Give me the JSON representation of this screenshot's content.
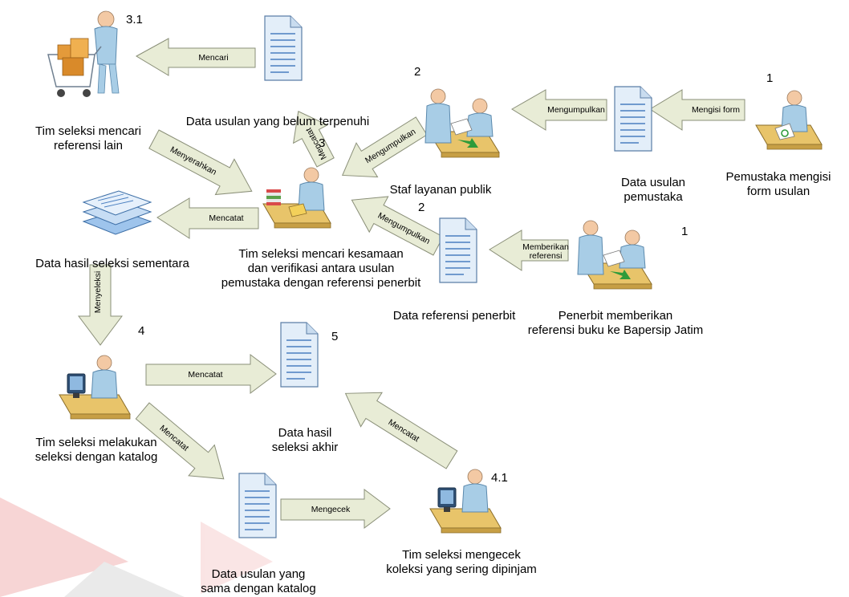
{
  "labels": {
    "step_3_1": "3.1",
    "step_2_top": "2",
    "step_1_top": "1",
    "step_3": "3",
    "step_2_mid": "2",
    "step_1_mid": "1",
    "step_4": "4",
    "step_5": "5",
    "step_4_1": "4.1",
    "tim_seleksi_mencari_l1": "Tim seleksi mencari",
    "tim_seleksi_mencari_l2": "referensi lain",
    "data_usulan_belum": "Data usulan yang belum terpenuhi",
    "staf_layanan": "Staf layanan publik",
    "data_usulan_pemustaka_l1": "Data usulan",
    "data_usulan_pemustaka_l2": "pemustaka",
    "pemustaka_mengisi_l1": "Pemustaka mengisi",
    "pemustaka_mengisi_l2": "form usulan",
    "data_hasil_sementara": "Data hasil seleksi sementara",
    "tim_kesamaan_l1": "Tim seleksi mencari kesamaan",
    "tim_kesamaan_l2": "dan verifikasi antara usulan",
    "tim_kesamaan_l3": "pemustaka dengan referensi penerbit",
    "data_referensi_penerbit": "Data referensi penerbit",
    "penerbit_l1": "Penerbit memberikan",
    "penerbit_l2": "referensi buku ke Bapersip Jatim",
    "tim_katalog_l1": "Tim seleksi melakukan",
    "tim_katalog_l2": "seleksi dengan katalog",
    "data_hasil_akhir_l1": "Data hasil",
    "data_hasil_akhir_l2": "seleksi akhir",
    "tim_mengecek_l1": "Tim seleksi mengecek",
    "tim_mengecek_l2": "koleksi yang sering dipinjam",
    "data_sama_l1": "Data usulan yang",
    "data_sama_l2": "sama dengan katalog"
  },
  "arrows": {
    "mencari": "Mencari",
    "mengumpulkan_top": "Mengumpulkan",
    "mengisi_form": "Mengisi form",
    "menyerahkan": "Menyerahkan",
    "mencatat_up": "Mencatat",
    "mengumpulkan_diag_top": "Mengumpulkan",
    "mencatat_left": "Mencatat",
    "mengumpulkan_diag_mid": "Mengumpulkan",
    "memberikan_l1": "Memberikan",
    "memberikan_l2": "referensi",
    "menyeleksi": "Menyeleksi",
    "mencatat_right": "Mencatat",
    "mencatat_diag": "Mencatat",
    "mengecek": "Mengecek",
    "mencatat_up_right": "Mencatat"
  },
  "colors": {
    "arrow_fill": "#e8ecd6",
    "arrow_stroke": "#8a8f78",
    "doc_fill": "#e3eef9",
    "doc_line": "#4a7fc0",
    "person_fill": "#a8cde6",
    "skin": "#f3c9a4",
    "desk": "#e8c46a",
    "watermark": "#f2b3b3"
  }
}
